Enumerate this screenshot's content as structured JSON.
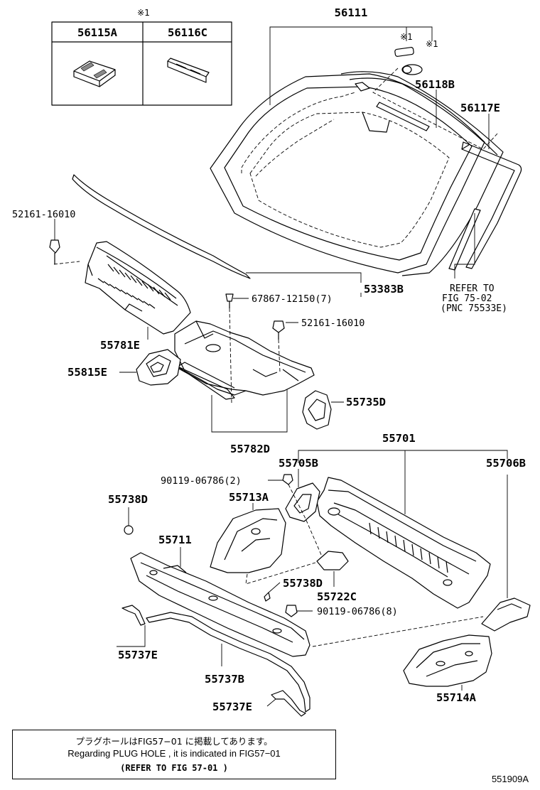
{
  "diagram_code": "551909A",
  "note": {
    "line1": "プラグホールはFIG57−01 に掲載してあります。",
    "line2": "Regarding PLUG HOLE , it is indicated in FIG57−01",
    "line3": "(REFER TO FIG  57-01 )"
  },
  "inset": {
    "mark": "※1",
    "columns": [
      "56115A",
      "56116C"
    ]
  },
  "labels": {
    "p56111": "56111",
    "mark1a": "※1",
    "mark1b": "※1",
    "p56118B": "56118B",
    "p56117E": "56117E",
    "p52161_16010_left": "52161-16010",
    "p53383B": "53383B",
    "p67867": "67867-12150(7)",
    "p52161_16010_mid": "52161-16010",
    "p55781E": "55781E",
    "p55815E": "55815E",
    "p55735D": "55735D",
    "p55782D": "55782D",
    "p55701": "55701",
    "p55705B": "55705B",
    "p55706B": "55706B",
    "p90119_2": "90119-06786(2)",
    "p55738D_top": "55738D",
    "p55713A": "55713A",
    "p55711": "55711",
    "p55738D_mid": "55738D",
    "p55722C": "55722C",
    "p90119_8": "90119-06786(8)",
    "p55737E_a": "55737E",
    "p55737B": "55737B",
    "p55737E_b": "55737E",
    "p55714A": "55714A",
    "ref1": "REFER TO",
    "ref2": "FIG 75-02",
    "ref3": "(PNC 75533E)"
  }
}
